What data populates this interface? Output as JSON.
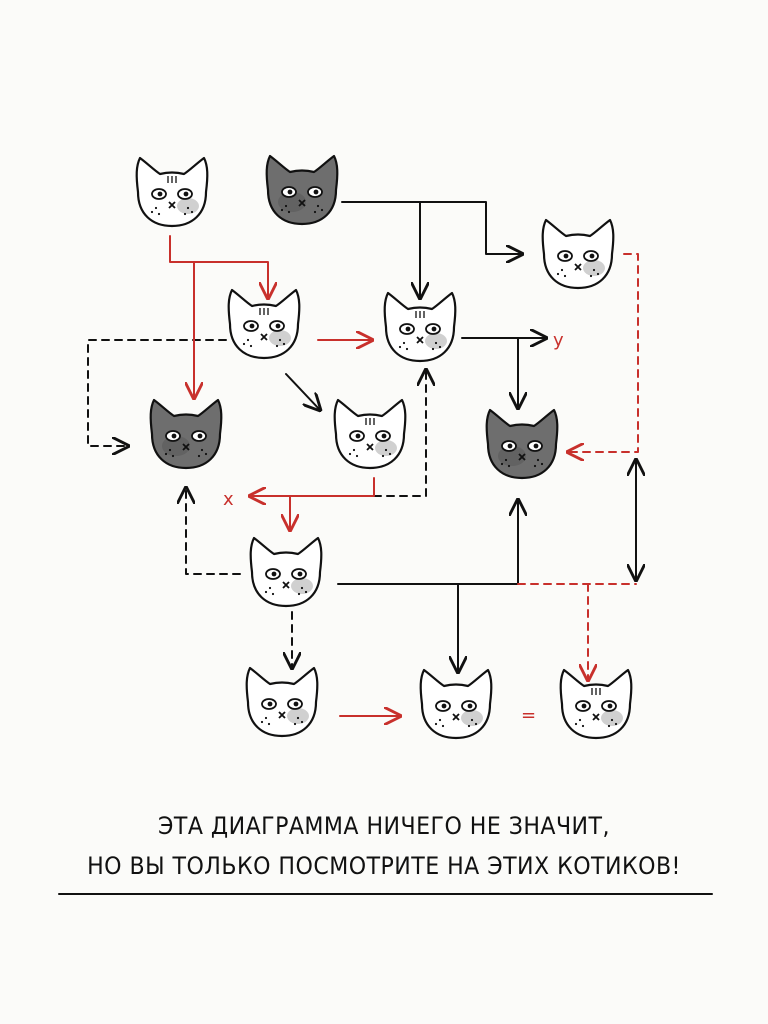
{
  "diagram": {
    "colors": {
      "ink": "#111111",
      "red": "#c8302c",
      "dark_cat": "#6e6e6e",
      "light_cat": "#ffffff",
      "grey_shade": "#a9a9a9"
    },
    "cats": [
      {
        "id": "c1",
        "tone": "light",
        "stripes": true
      },
      {
        "id": "c2",
        "tone": "dark",
        "stripes": false
      },
      {
        "id": "c3",
        "tone": "light",
        "stripes": false
      },
      {
        "id": "c4",
        "tone": "light",
        "stripes": true
      },
      {
        "id": "c5",
        "tone": "light",
        "stripes": true
      },
      {
        "id": "c6",
        "tone": "dark",
        "stripes": false
      },
      {
        "id": "c7",
        "tone": "light",
        "stripes": true
      },
      {
        "id": "c8",
        "tone": "dark",
        "stripes": false
      },
      {
        "id": "c9",
        "tone": "light",
        "stripes": false
      },
      {
        "id": "c10",
        "tone": "light",
        "stripes": false
      },
      {
        "id": "c11",
        "tone": "light",
        "stripes": false
      },
      {
        "id": "c12",
        "tone": "light",
        "stripes": true
      }
    ],
    "labels": {
      "y": "y",
      "x": "x",
      "equals": "="
    }
  },
  "caption": {
    "line1": "ЭТА ДИАГРАММА НИЧЕГО НЕ ЗНАЧИТ,",
    "line2": "НО ВЫ ТОЛЬКО ПОСМОТРИТЕ НА ЭТИХ КОТИКОВ!"
  }
}
